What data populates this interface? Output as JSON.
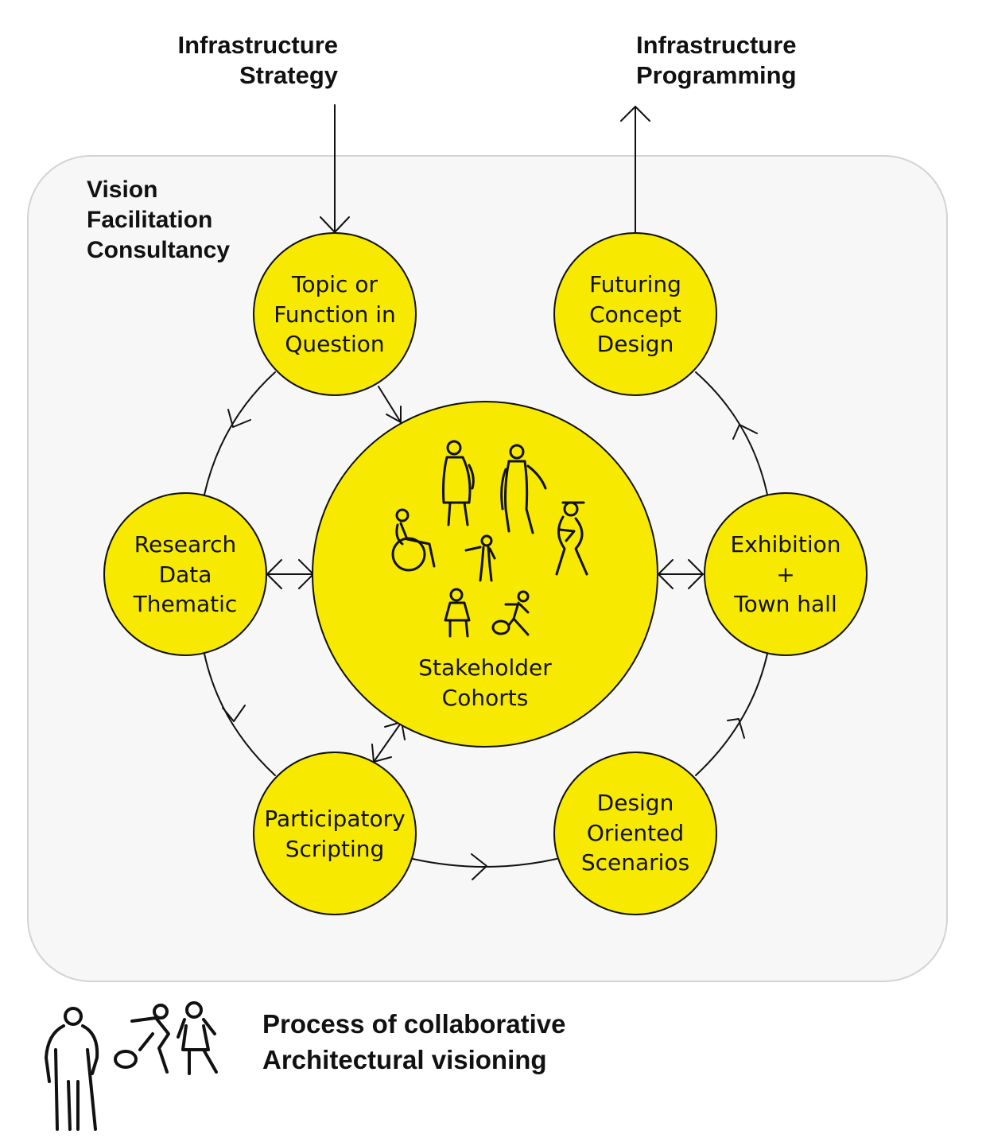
{
  "inputs": {
    "strategy": "Infrastructure\nStrategy",
    "programming": "Infrastructure\nProgramming"
  },
  "panel": {
    "title": "Vision\nFacilitation\nConsultancy"
  },
  "nodes": {
    "topic": "Topic or\nFunction in\nQuestion",
    "futuring": "Futuring\nConcept\nDesign",
    "research": "Research\nData\nThematic",
    "exhibition": "Exhibition\n+\nTown hall",
    "participatory": "Participatory\nScripting",
    "design": "Design\nOriented\nScenarios",
    "center": "Stakeholder\nCohorts"
  },
  "caption": "Process of collaborative\nArchitectural visioning",
  "colors": {
    "node_fill": "#f7ea00",
    "stroke": "#111111",
    "panel_fill": "#f7f7f7",
    "panel_border": "#d3d3d3"
  },
  "icons": [
    "people-sketch-icon",
    "wheelchair-user-icon",
    "child-with-ball-icon"
  ]
}
